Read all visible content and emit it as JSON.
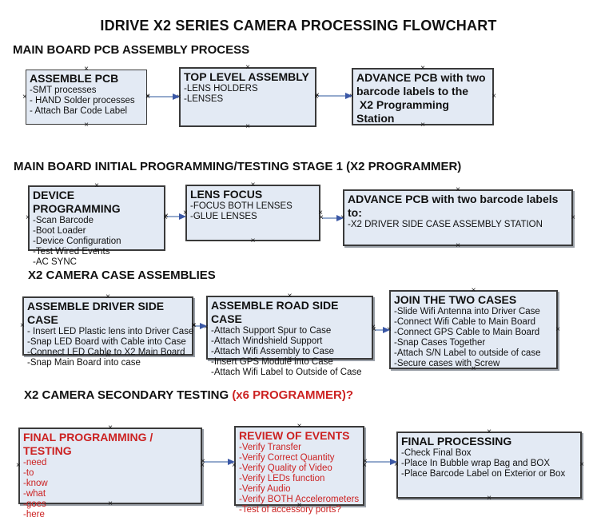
{
  "title": "IDRIVE X2  SERIES CAMERA PROCESSING FLOWCHART",
  "colors": {
    "box_fill": "#e3eaf4",
    "box_border": "#3a3a3a",
    "arrow_line": "#95aacd",
    "arrow_head": "#3a57a5",
    "red_text": "#cc2222"
  },
  "sections": [
    {
      "heading": "MAIN BOARD PCB ASSEMBLY PROCESS",
      "boxes": [
        {
          "title": "ASSEMBLE PCB",
          "items": [
            "-SMT processes",
            "- HAND Solder processes",
            "- Attach Bar Code Label"
          ]
        },
        {
          "title": "TOP LEVEL ASSEMBLY",
          "items": [
            "-LENS HOLDERS",
            "-LENSES"
          ]
        },
        {
          "title": "ADVANCE PCB with two\nbarcode labels to the\n X2 Programming Station",
          "items": []
        }
      ]
    },
    {
      "heading": "MAIN BOARD INITIAL PROGRAMMING/TESTING STAGE 1 (X2 PROGRAMMER)",
      "boxes": [
        {
          "title": "DEVICE PROGRAMMING",
          "items": [
            "-Scan Barcode",
            "-Boot Loader",
            "-Device Configuration",
            "-Test Wired Events",
            "-AC SYNC"
          ]
        },
        {
          "title": "LENS FOCUS",
          "items": [
            "-FOCUS BOTH LENSES",
            "-GLUE LENSES"
          ]
        },
        {
          "title": "ADVANCE PCB with two barcode labels to:",
          "items": [
            "-X2 DRIVER  SIDE  CASE  ASSEMBLY STATION"
          ]
        }
      ]
    },
    {
      "heading": "X2 CAMERA CASE ASSEMBLIES",
      "boxes": [
        {
          "title": "ASSEMBLE DRIVER SIDE CASE",
          "items": [
            "- Insert LED Plastic lens into Driver Case",
            "-Snap LED Board with Cable into Case",
            "-Connect LED Cable to X2 Main Board",
            "-Snap Main Board into case"
          ]
        },
        {
          "title": "ASSEMBLE ROAD SIDE CASE",
          "items": [
            "-Attach Support Spur to Case",
            "-Attach Windshield Support",
            "-Attach Wifi Assembly to Case",
            "-Insert GPS Module into Case",
            "-Attach Wifi Label to Outside of Case"
          ]
        },
        {
          "title": "JOIN THE TWO CASES",
          "items": [
            "-Slide Wifi Antenna into Driver Case",
            "-Connect Wifi Cable to Main Board",
            "-Connect GPS Cable to Main Board",
            "-Snap Cases Together",
            "-Attach S/N Label to outside of case",
            "-Secure cases with Screw"
          ]
        }
      ]
    },
    {
      "heading": "X2 CAMERA SECONDARY TESTING ",
      "heading_red": " (x6 PROGRAMMER)?",
      "boxes": [
        {
          "title": "FINAL PROGRAMMING / TESTING",
          "items": [
            "-need",
            "-to",
            "-know",
            "-what",
            "-goes",
            "-here"
          ]
        },
        {
          "title": "REVIEW OF EVENTS",
          "items": [
            "-Verify Transfer",
            "-Verify Correct Quantity",
            "-Verify Quality of Video",
            "-Verify LEDs function",
            "-Verify Audio",
            "-Verify BOTH Accelerometers",
            "-Test of accessory ports?"
          ]
        },
        {
          "title": "FINAL PROCESSING",
          "items": [
            " -Check Final Box",
            "-Place In Bubble wrap Bag and BOX",
            "-Place Barcode Label on Exterior or Box"
          ]
        }
      ]
    }
  ]
}
